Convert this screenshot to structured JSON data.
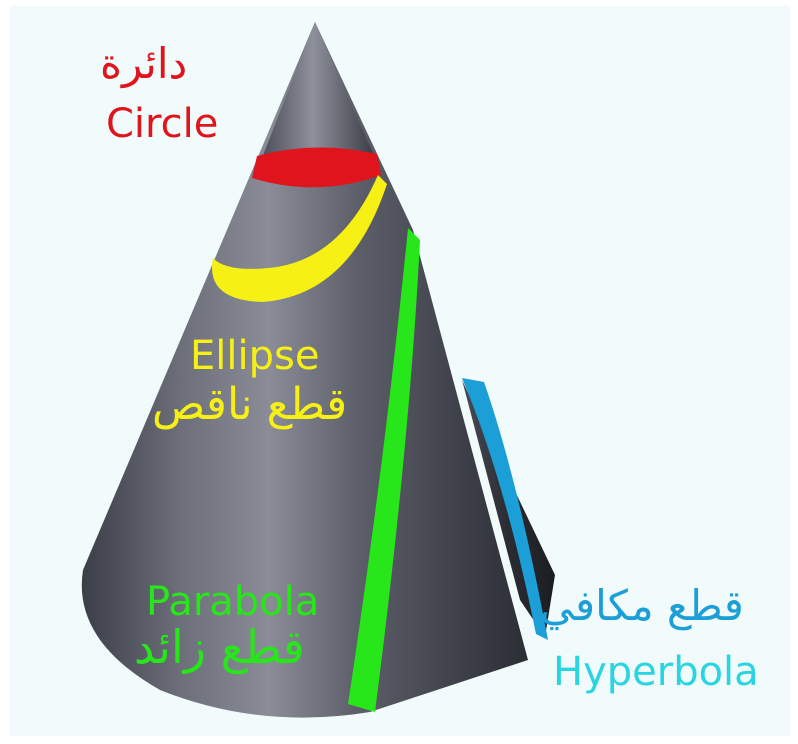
{
  "labels": {
    "circle": {
      "ar": "دائرة",
      "en": "Circle"
    },
    "ellipse": {
      "en": "Ellipse",
      "ar": "قطع ناقص"
    },
    "parabola": {
      "en": "Parabola",
      "ar": "قطع زائد"
    },
    "hyperbola": {
      "ar": "قطع مكافي",
      "en": "Hyperbola"
    }
  },
  "colors": {
    "background": "#f2fbfc",
    "cone": "#6a6c78",
    "circle": "#e0141c",
    "ellipse": "#f6f014",
    "parabola": "#27e61a",
    "hyperbola": "#1b9fd6",
    "hyperbola_label": "#2ad4e0"
  }
}
